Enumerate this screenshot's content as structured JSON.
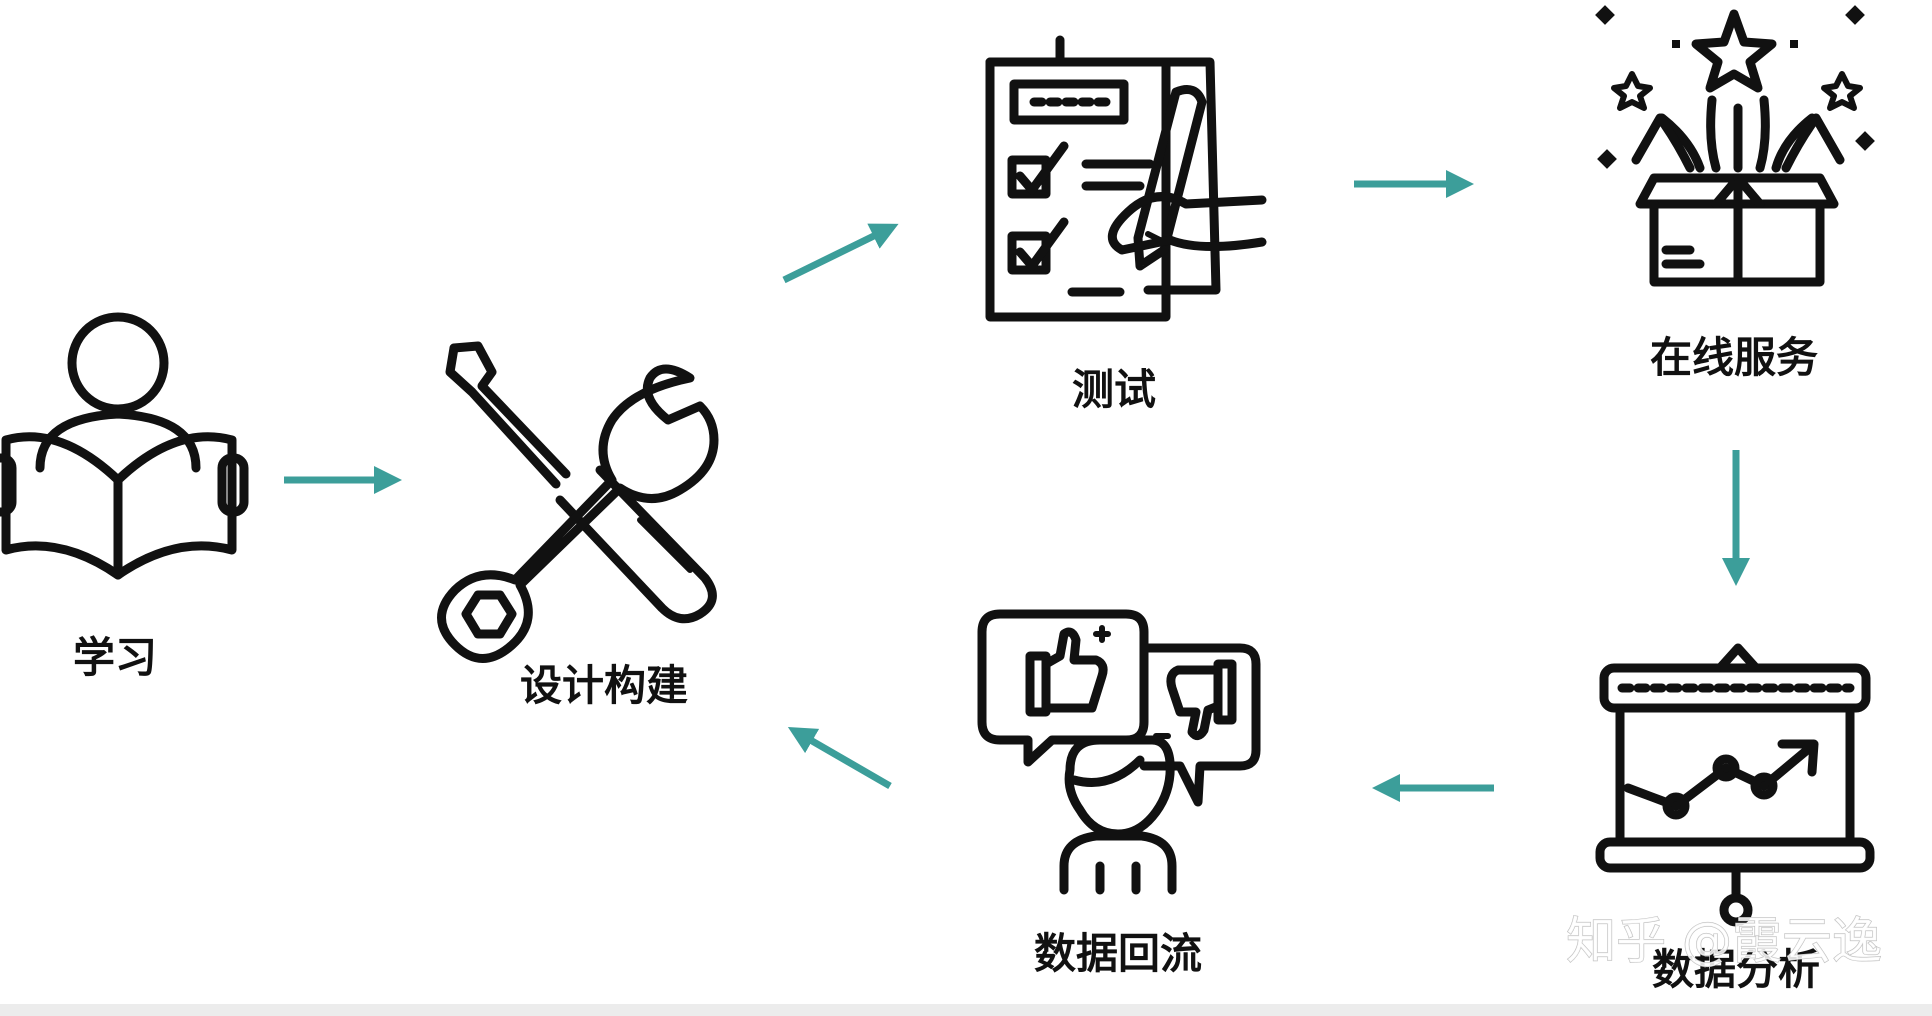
{
  "diagram": {
    "nodes": [
      {
        "id": "learn",
        "label": "学习",
        "icon": "reading-person-icon"
      },
      {
        "id": "design",
        "label": "设计构建",
        "icon": "wrench-screwdriver-icon"
      },
      {
        "id": "test",
        "label": "测试",
        "icon": "checklist-pen-icon"
      },
      {
        "id": "online",
        "label": "在线服务",
        "icon": "open-gift-box-icon"
      },
      {
        "id": "analysis",
        "label": "数据分析",
        "icon": "presentation-chart-icon"
      },
      {
        "id": "feedback",
        "label": "数据回流",
        "icon": "thumbs-feedback-person-icon"
      }
    ],
    "edges": [
      {
        "from": "learn",
        "to": "design"
      },
      {
        "from": "design",
        "to": "test"
      },
      {
        "from": "test",
        "to": "online"
      },
      {
        "from": "online",
        "to": "analysis"
      },
      {
        "from": "analysis",
        "to": "feedback"
      },
      {
        "from": "feedback",
        "to": "design"
      }
    ],
    "arrow_color": "#3c9e9a",
    "icon_color": "#111111"
  },
  "watermark": {
    "text": "知乎 @霞云逸"
  }
}
